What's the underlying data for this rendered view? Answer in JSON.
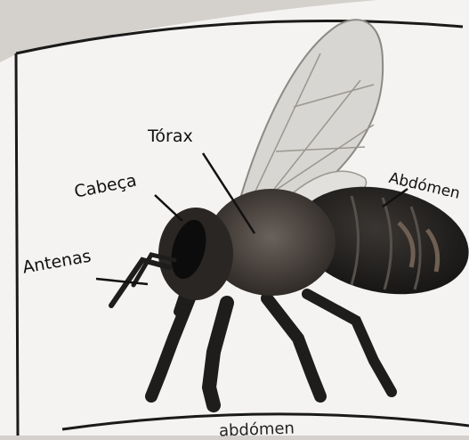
{
  "figure": {
    "subject": "bee-anatomy",
    "labels": {
      "thorax": "Tórax",
      "head": "Cabeça",
      "antennae": "Antenas",
      "abdomen": "Abdómen"
    },
    "caption_fragment": "abdómen"
  },
  "colors": {
    "paper": "#f4f3f1",
    "page_shadow": "#d4d1cc",
    "outline": "#1a1a1a",
    "body_dark": "#1e1d1c",
    "fur": "#4a433d",
    "wing": "#d8d6d2"
  }
}
